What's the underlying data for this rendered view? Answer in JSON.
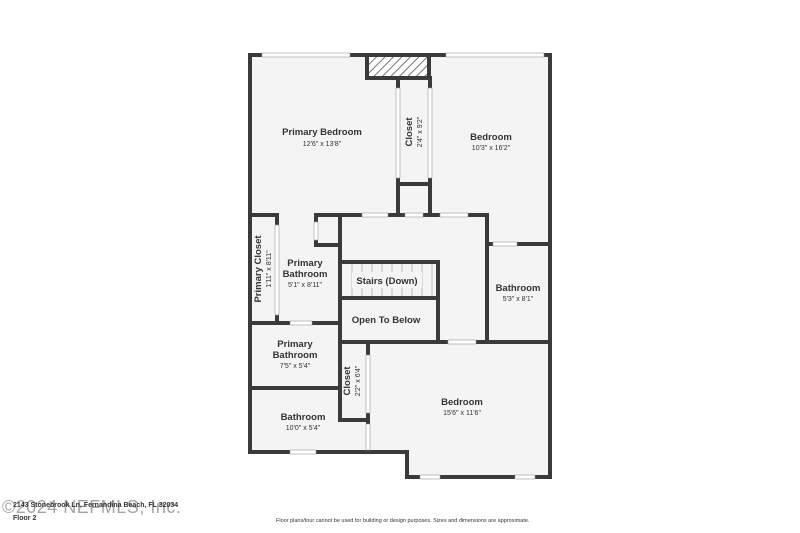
{
  "rooms": {
    "primary_bedroom": {
      "name": "Primary Bedroom",
      "dims": "12'6\" x 13'8\""
    },
    "bedroom_ne": {
      "name": "Bedroom",
      "dims": "10'3\" x 16'2\""
    },
    "closet_top": {
      "name": "Closet",
      "dims": "2'4\" x 9'2\""
    },
    "primary_closet": {
      "name": "Primary Closet",
      "dims": "1'11\" x 8'11\""
    },
    "primary_bathroom_1": {
      "name_line1": "Primary",
      "name_line2": "Bathroom",
      "dims": "5'1\" x 8'11\""
    },
    "stairs": {
      "name": "Stairs (Down)"
    },
    "open_to_below": {
      "name": "Open To Below"
    },
    "bathroom_e": {
      "name": "Bathroom",
      "dims": "5'3\" x 8'1\""
    },
    "primary_bathroom_2": {
      "name_line1": "Primary",
      "name_line2": "Bathroom",
      "dims": "7'5\" x 5'4\""
    },
    "closet_mid": {
      "name": "Closet",
      "dims": "2'2\" x 6'4\""
    },
    "bedroom_s": {
      "name": "Bedroom",
      "dims": "15'6\" x 11'6\""
    },
    "bathroom_sw": {
      "name": "Bathroom",
      "dims": "10'0\" x 5'4\""
    }
  },
  "footer": {
    "address": "2143 Stonebrook Ln, Fernandina Beach, FL 32034",
    "floor": "Floor 2",
    "watermark": "©2024 NEFMLS, Inc.",
    "disclaimer": "Floor plans/tour cannot be used for building or design purposes. Sizes and dimensions are approximate."
  },
  "colors": {
    "wall": "#3a3a3a",
    "floor": "#f4f4f4",
    "window": "#ffffff"
  }
}
